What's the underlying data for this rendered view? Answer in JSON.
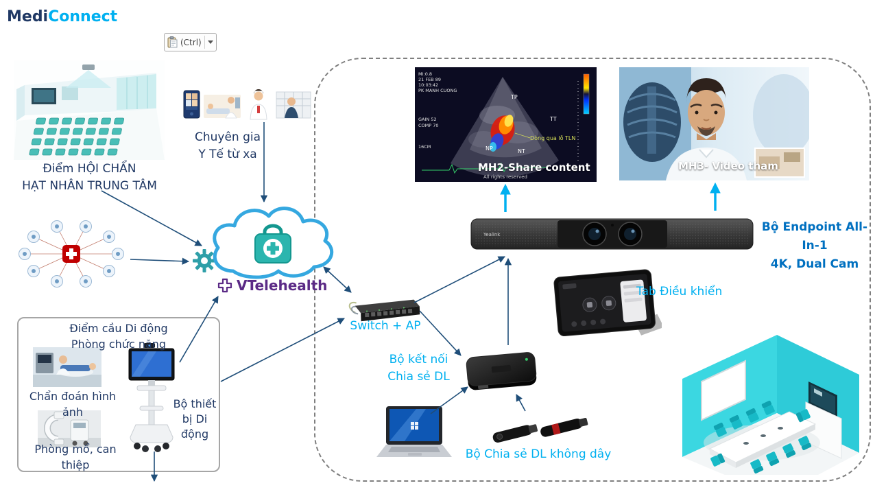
{
  "colors": {
    "navy_text": "#203864",
    "cyan_accent": "#00B0F0",
    "blue_accent": "#0070C0",
    "purple_brand": "#5B2A86",
    "cloud_blue": "#35A8E0",
    "teal_medical": "#2BB5AE",
    "hub_red": "#C00000",
    "room_cyan": "#36D6E0"
  },
  "header": {
    "logo_part1": "Medi",
    "logo_part2": "Connect",
    "paste_button_label": "(Ctrl)"
  },
  "nodes": {
    "central_site": {
      "line1": "Điểm HỘI CHẨN",
      "line2": "HẠT NHÂN TRUNG TÂM"
    },
    "remote_experts": {
      "line1": "Chuyên gia",
      "line2": "Y Tế từ xa"
    },
    "platform": {
      "name": "VTelehealth"
    },
    "switch_ap": {
      "label": "Switch + AP"
    },
    "screen_share": {
      "label": "MH2-Share content"
    },
    "screen_video": {
      "label": "MH3- Video tham"
    },
    "endpoint": {
      "line1": "Bộ Endpoint All-In-1",
      "line2": "4K, Dual Cam"
    },
    "control_tablet": {
      "label": "Tab Điều khiển"
    },
    "share_connector": {
      "line1": "Bộ kết nối",
      "line2": "Chia sẻ DL"
    },
    "wireless_share": {
      "label": "Bộ Chia sẻ DL không dây"
    },
    "mobile_site": {
      "title_line1": "Điểm cầu Di động",
      "title_line2": "Phòng chức năng",
      "imaging_line1": "Chẩn đoán hình",
      "imaging_line2": "ảnh",
      "kit_line1": "Bộ thiết",
      "kit_line2": "bị Di",
      "kit_line3": "động",
      "or_line1": "Phòng mổ, can",
      "or_line2": "thiệp"
    }
  },
  "ultrasound": {
    "info_lines": [
      "MI:0.8",
      "21 FEB 89",
      "10:03:42",
      "PK MANH CUONG",
      "GAIN 52",
      "COMP 70",
      "16CM"
    ],
    "chambers": {
      "tp": "TP",
      "tt": "TT",
      "np": "NP",
      "nt": "NT"
    },
    "note": "Dòng qua lỗ TLN",
    "footer": "All rights reserved"
  },
  "devices": {
    "videobar_brand": "Yealink"
  }
}
